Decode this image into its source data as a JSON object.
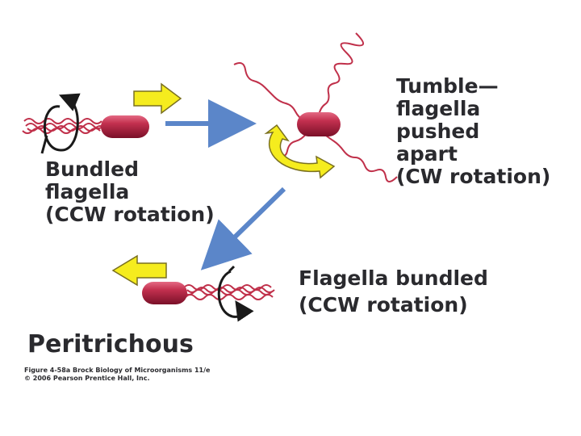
{
  "labels": {
    "bundled": [
      "Bundled",
      "flagella",
      "(CCW rotation)"
    ],
    "tumble": [
      "Tumble—",
      "flagella",
      "pushed",
      "apart",
      "(CW rotation)"
    ],
    "bundled2": [
      "Flagella bundled",
      "(CCW rotation)"
    ],
    "peritrichous": "Peritrichous",
    "credit": [
      "Figure 4-58a  Brock Biology of Microorganisms 11/e",
      "© 2006 Pearson Prentice Hall, Inc."
    ]
  },
  "colors": {
    "cell": "#b01e3e",
    "cell_highlight": "#e46a84",
    "flagella": "#c0304a",
    "motion_arrow": "#f5ec1e",
    "motion_arrow_stroke": "#7a7020",
    "transition_arrow": "#5b86c9",
    "rotation_arrow": "#1a1a1a",
    "text": "#2a2a2e"
  }
}
